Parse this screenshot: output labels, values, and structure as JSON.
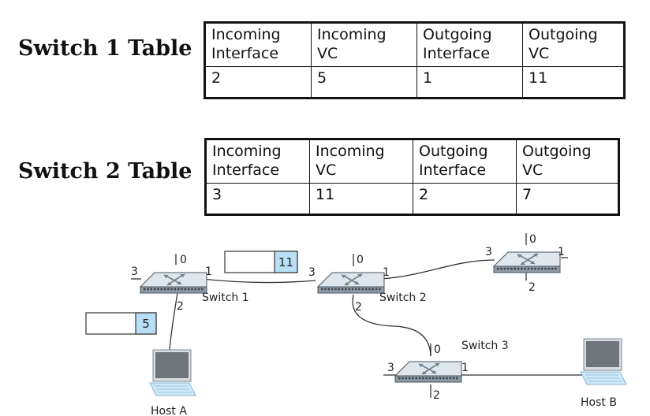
{
  "switch1_table": {
    "title": "Switch 1 Table",
    "headers": [
      "Incoming Interface",
      "Incoming VC",
      "Outgoing Interface",
      "Outgoing VC"
    ],
    "rows": [
      [
        "2",
        "5",
        "1",
        "11"
      ]
    ]
  },
  "switch2_table": {
    "title": "Switch 2 Table",
    "headers": [
      "Incoming Interface",
      "Incoming VC",
      "Outgoing Interface",
      "Outgoing VC"
    ],
    "rows": [
      [
        "3",
        "11",
        "2",
        "7"
      ]
    ]
  },
  "network": {
    "switch1": {
      "label": "Switch 1",
      "ports": [
        "0",
        "1",
        "2",
        "3"
      ]
    },
    "switch2": {
      "label": "Switch 2",
      "ports": [
        "0",
        "1",
        "2",
        "3"
      ]
    },
    "switch3": {
      "label": "Switch 3",
      "ports": [
        "0",
        "1",
        "2",
        "3"
      ]
    },
    "switch4": {
      "ports": [
        "0",
        "1",
        "2",
        "3"
      ]
    },
    "host_a": {
      "label": "Host A"
    },
    "host_b": {
      "label": "Host B"
    },
    "packet_1": {
      "vc": "11"
    },
    "packet_2": {
      "vc": "5"
    }
  },
  "colors": {
    "vc_field": "#b9dff6",
    "switch_body": "#dfe6ec",
    "line": "#333333"
  }
}
